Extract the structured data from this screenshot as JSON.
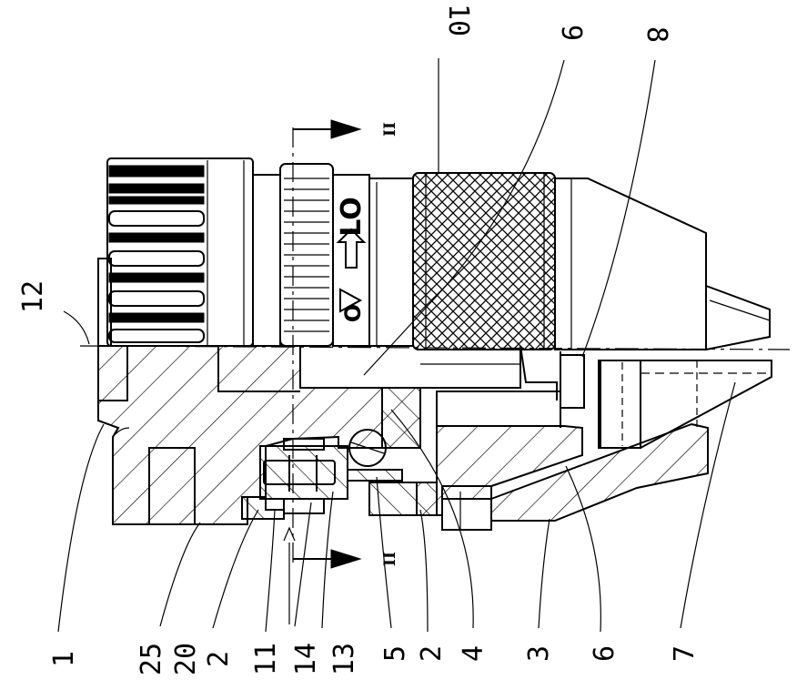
{
  "figure": {
    "description_labels": {
      "part_labels": [
        {
          "id": "p1",
          "text": "1"
        },
        {
          "id": "p25",
          "text": "25"
        },
        {
          "id": "p20",
          "text": "20"
        },
        {
          "id": "p2a",
          "text": "2"
        },
        {
          "id": "p11",
          "text": "11"
        },
        {
          "id": "p14",
          "text": "14"
        },
        {
          "id": "p13",
          "text": "13"
        },
        {
          "id": "p5",
          "text": "5"
        },
        {
          "id": "p2b",
          "text": "2"
        },
        {
          "id": "p4",
          "text": "4"
        },
        {
          "id": "p3",
          "text": "3"
        },
        {
          "id": "p6",
          "text": "6"
        },
        {
          "id": "p7",
          "text": "7"
        },
        {
          "id": "p12",
          "text": "12"
        },
        {
          "id": "p10",
          "text": "10"
        },
        {
          "id": "p9",
          "text": "9"
        },
        {
          "id": "p8",
          "text": "8"
        }
      ]
    },
    "section_marks": {
      "top": "II",
      "bottom": "II"
    },
    "dial_marks": {
      "lock": "LO",
      "zero": "O"
    }
  }
}
